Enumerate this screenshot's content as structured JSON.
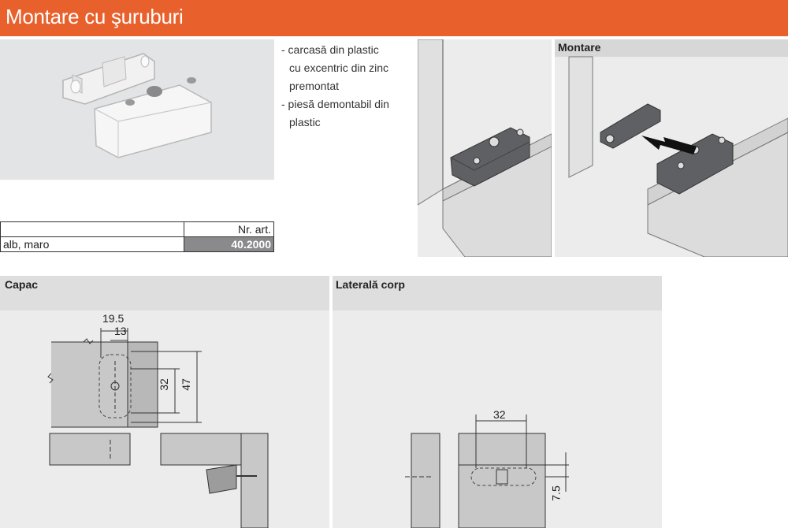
{
  "header": {
    "title": "Montare cu şuruburi"
  },
  "description": {
    "lines": [
      "- carcasă din plastic",
      "cu excentric din zinc",
      "premontat",
      "- piesă demontabil din",
      "plastic"
    ]
  },
  "article_table": {
    "header": "Nr. art.",
    "variant": "alb, maro",
    "code": "40.2000"
  },
  "montage": {
    "title": "Montare"
  },
  "capac": {
    "title": "Capac",
    "dim_19_5": "19.5",
    "dim_13": "13",
    "dim_32": "32",
    "dim_47": "47"
  },
  "laterala": {
    "title": "Laterală corp",
    "dim_32": "32",
    "dim_7_5": "7.5"
  },
  "colors": {
    "accent": "#e8602c",
    "panel": "#e3e4e5",
    "part": "#5e6064",
    "board": "#c8c8c8"
  }
}
